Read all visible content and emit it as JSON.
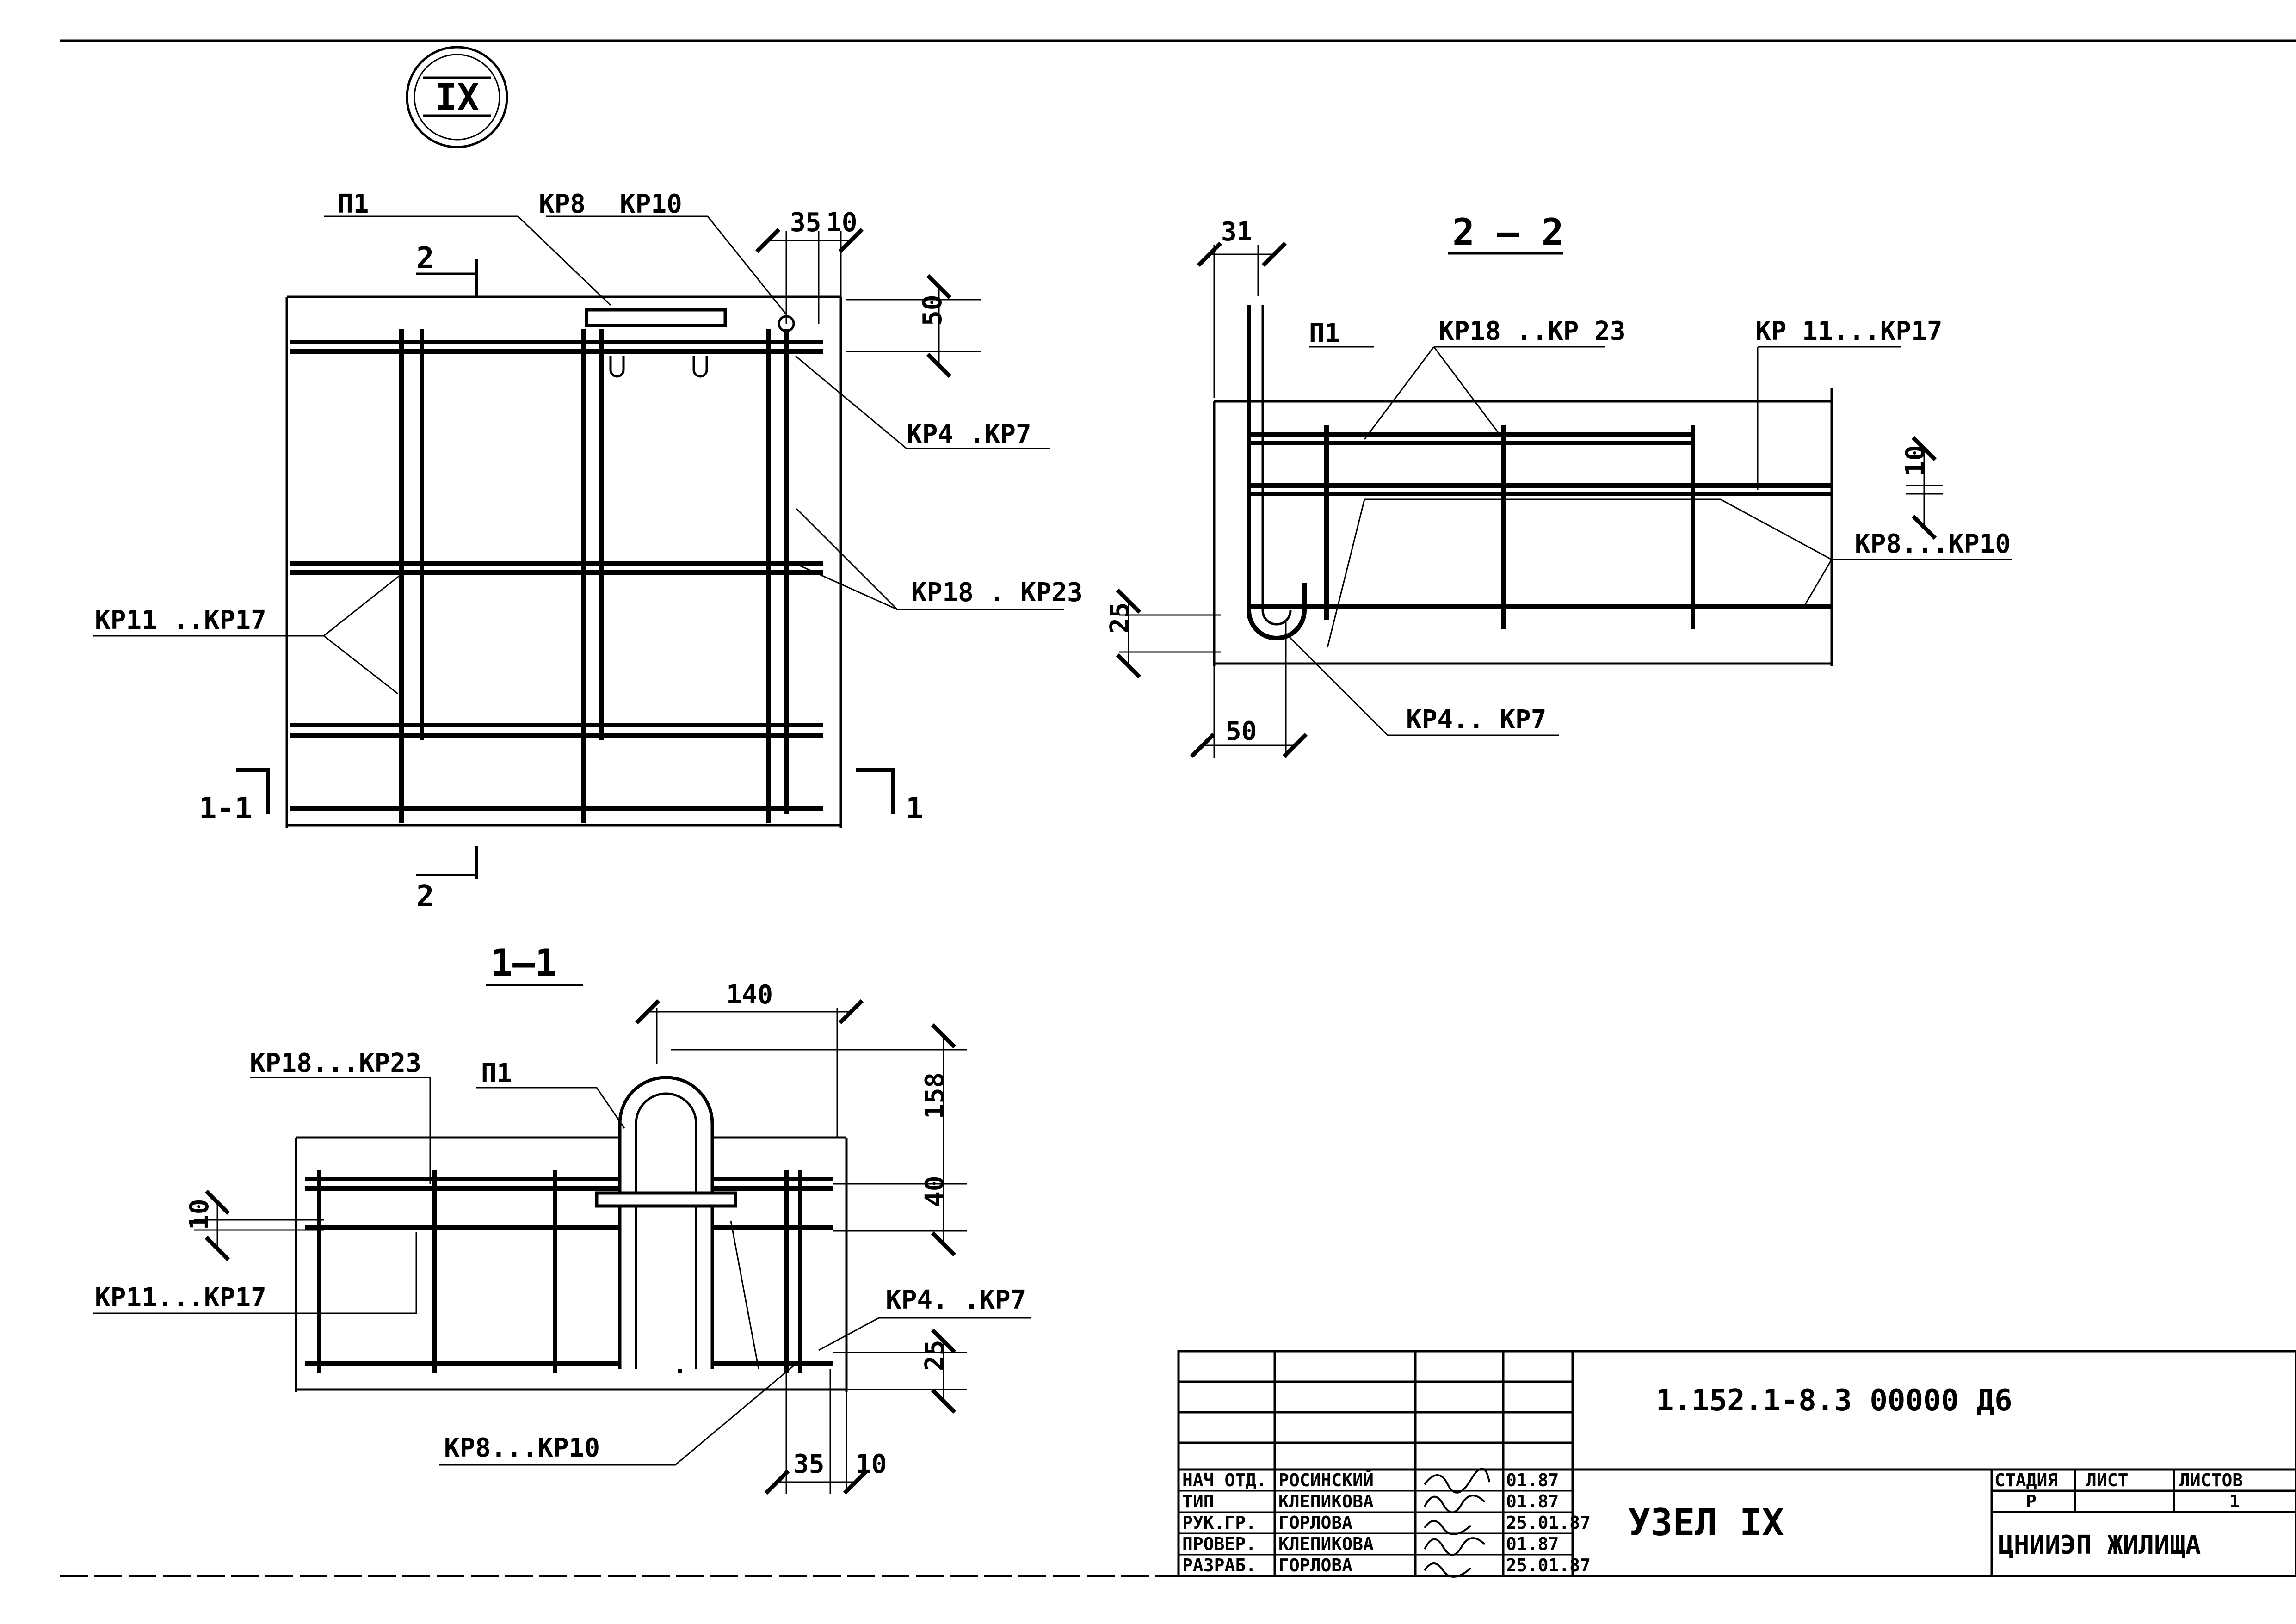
{
  "node_marker": "IX",
  "plan_view": {
    "labels": {
      "p1": "П1",
      "kp8": "КР8",
      "kp10": "КР10",
      "kp4_kp7": "КР4 .КР7",
      "kp18_kp23": "КР18 . КР23",
      "kp11_kp17": "КР11 ..КР17"
    },
    "dims": {
      "d35": "35",
      "d10": "10",
      "d50": "50"
    },
    "section_marks": {
      "cut1_left": "1-1",
      "cut1_right": "1",
      "cut2_top": "2",
      "cut2_bottom": "2"
    }
  },
  "section_2_2": {
    "title": "2 — 2",
    "labels": {
      "p1": "П1",
      "kp18_kp23": "КР18 ..КР 23",
      "kp11_kp17": "КР 11...КР17",
      "kp8_kp10": "КР8...КР10",
      "kp4_kp7": "КР4.. КР7"
    },
    "dims": {
      "d31": "31",
      "d10": "10",
      "d25": "25",
      "d50": "50"
    }
  },
  "section_1_1": {
    "title": "1—1",
    "labels": {
      "kp18_kp23": "КР18...КР23",
      "p1": "П1",
      "kp11_kp17": "КР11...КР17",
      "kp4_kp7": "КР4. .КР7",
      "kp8_kp10": "КР8...КР10"
    },
    "dims": {
      "d140": "140",
      "d158": "158",
      "d40": "40",
      "d10": "10",
      "d25": "25",
      "d35": "35",
      "d10b": "10"
    }
  },
  "title_block": {
    "code": "1.152.1-8.3    00000 Д6",
    "sheet_title": "УЗЕЛ IX",
    "headers": {
      "stage": "СТАДИЯ",
      "sheet": "ЛИСТ",
      "sheets": "ЛИСТОВ"
    },
    "values": {
      "stage": "Р",
      "sheet": "",
      "sheets": "1"
    },
    "org": "ЦНИИЭП ЖИЛИЩА",
    "rows": [
      {
        "role": "НАЧ ОТД.",
        "name": "РОСИНСКИЙ",
        "date": "01.87"
      },
      {
        "role": "ТИП",
        "name": "КЛЕПИКОВА",
        "date": "01.87"
      },
      {
        "role": "РУК.ГР.",
        "name": "ГОРЛОВА",
        "date": "25.01.87"
      },
      {
        "role": "ПРОВЕР.",
        "name": "КЛЕПИКОВА",
        "date": "01.87"
      },
      {
        "role": "РАЗРАБ.",
        "name": "ГОРЛОВА",
        "date": "25.01.87"
      }
    ]
  }
}
